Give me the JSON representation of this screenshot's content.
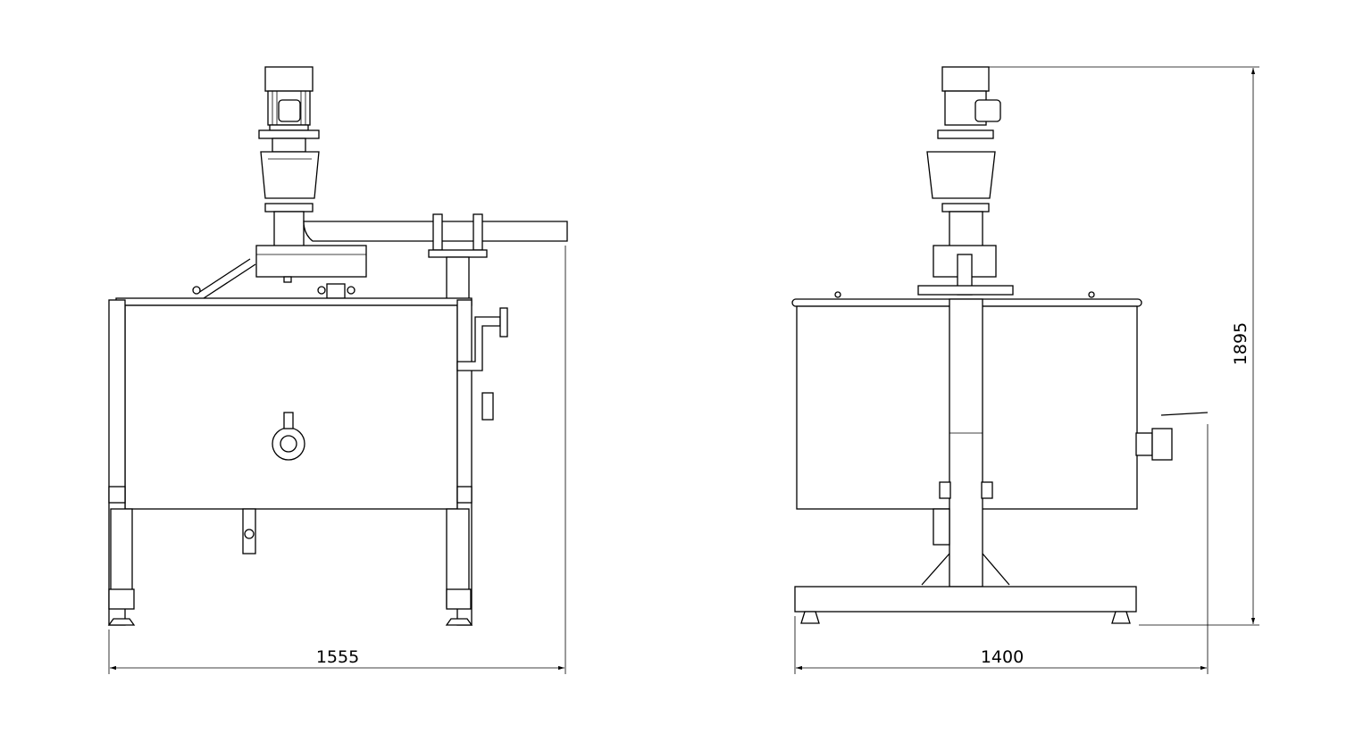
{
  "drawing": {
    "views": [
      "front-view",
      "side-view"
    ],
    "line_color": "#000000",
    "background": "#ffffff"
  },
  "dimensions": {
    "front_width": "1555",
    "side_width": "1400",
    "overall_height": "1895"
  }
}
